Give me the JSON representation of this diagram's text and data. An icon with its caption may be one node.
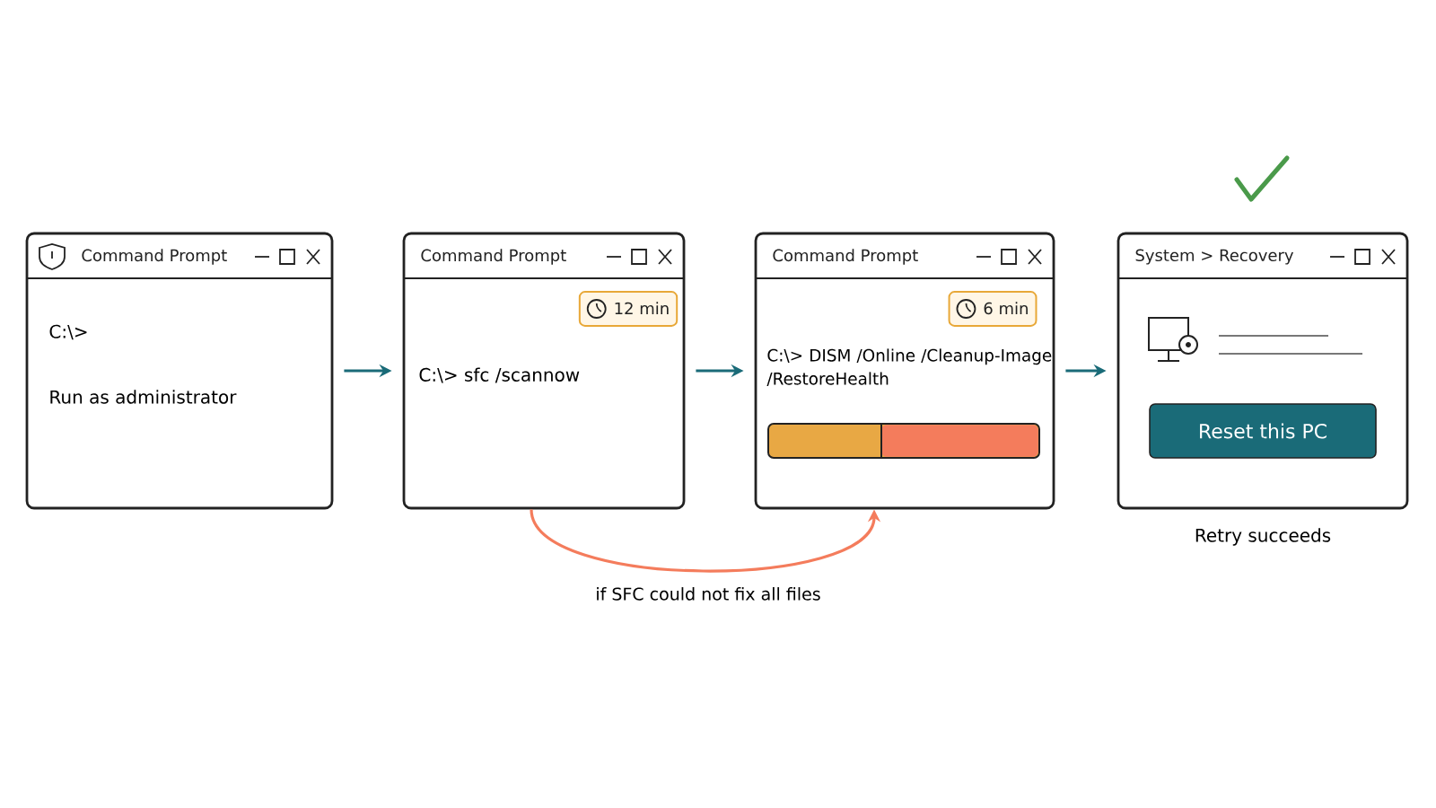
{
  "diagram": {
    "nodes": [
      {
        "text": [
          "Command Prompt",
          "C:\\>",
          "Run as administrator"
        ]
      },
      {
        "text": [
          "Command Prompt",
          "C:\\> sfc /scannow"
        ]
      },
      {
        "text": [
          "12 min"
        ],
        "in": 1
      },
      {
        "text": [
          "Command Prompt",
          "C:\\> DISM /Online /Cleanup-Image /RestoreHealth"
        ]
      },
      {
        "text": [
          "6 min"
        ],
        "in": 3
      },
      {
        "text": [
          "System > Recovery"
        ],
        "beside": [
          "Retry succeeds"
        ]
      },
      {
        "text": [
          "Reset this PC"
        ],
        "in": 5
      }
    ],
    "edges": [
      {
        "from": 0,
        "to": 1,
        "arrow": "to"
      },
      {
        "from": 1,
        "to": 3,
        "arrow": "to"
      },
      {
        "from": 3,
        "to": 5,
        "arrow": "to"
      },
      {
        "from": 1,
        "to": 3,
        "arrow": "to",
        "label": "if SFC could not fix all files",
        "color": "#f47c5c"
      }
    ]
  }
}
